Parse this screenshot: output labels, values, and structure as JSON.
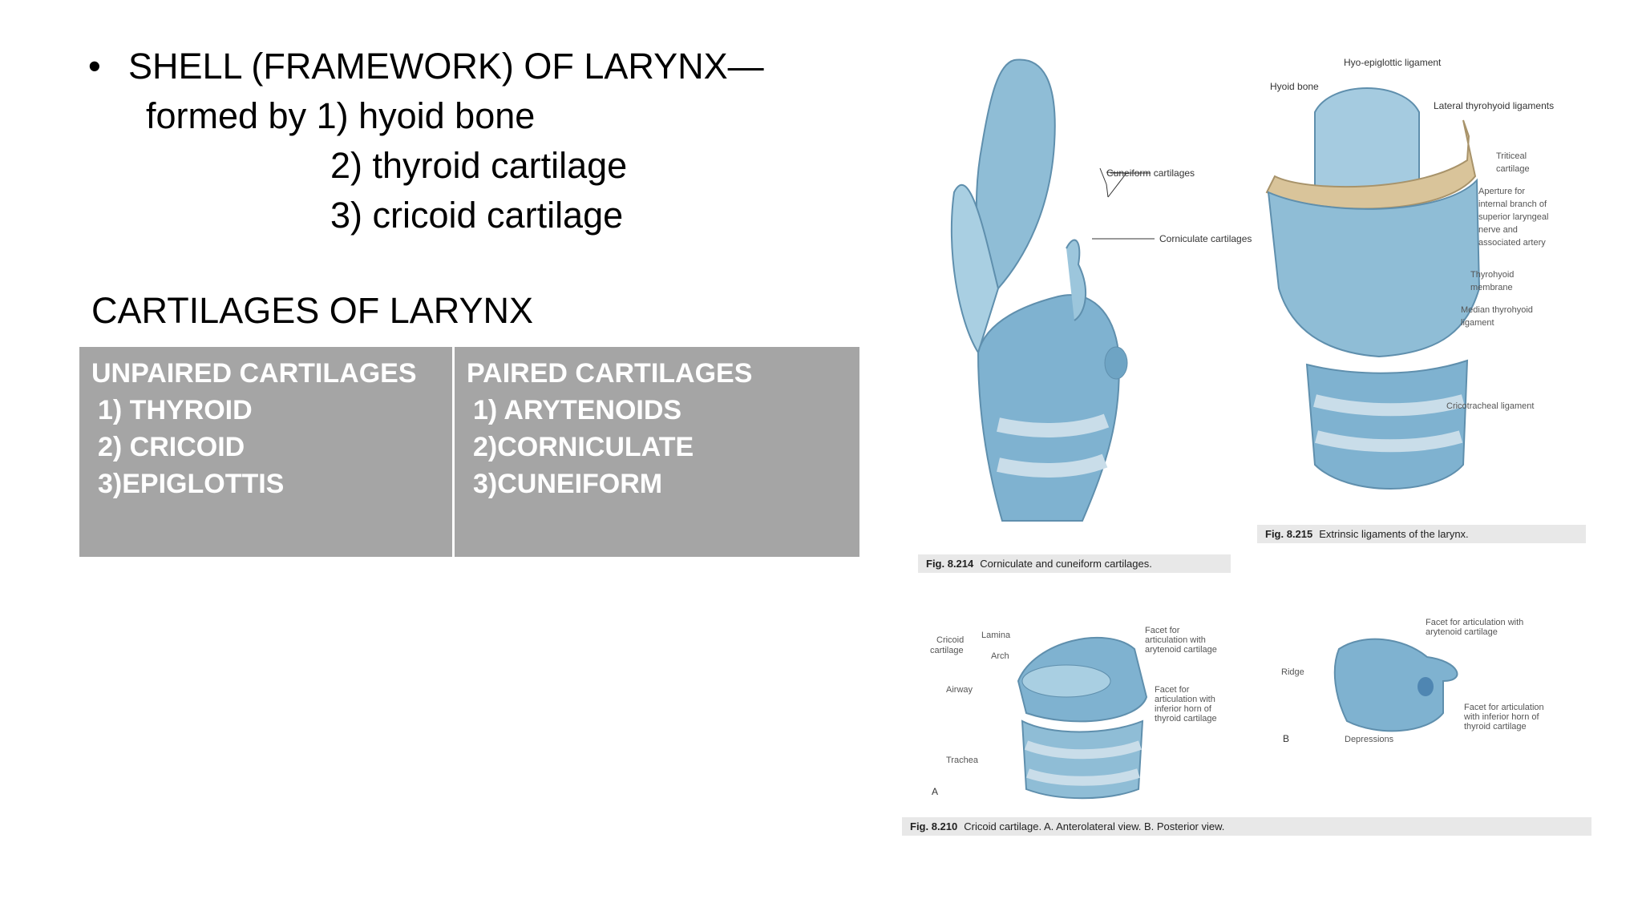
{
  "bullet": {
    "symbol": "•",
    "line1": "SHELL (FRAMEWORK) OF LARYNX—",
    "line2": "formed by 1) hyoid bone",
    "line3": "2) thyroid cartilage",
    "line4": "3) cricoid cartilage"
  },
  "heading": "CARTILAGES OF LARYNX",
  "table": {
    "col1": {
      "header": "UNPAIRED CARTILAGES",
      "items": [
        "1) THYROID",
        "2) CRICOID",
        "3)EPIGLOTTIS"
      ]
    },
    "col2": {
      "header": "PAIRED CARTILAGES",
      "items": [
        "1) ARYTENOIDS",
        "2)CORNICULATE",
        "3)CUNEIFORM"
      ]
    }
  },
  "fig214": {
    "number": "Fig. 8.214",
    "caption": "Corniculate and cuneiform cartilages.",
    "labels": [
      "Cuneiform cartilages",
      "Corniculate cartilages"
    ]
  },
  "fig215": {
    "number": "Fig. 8.215",
    "caption": "Extrinsic ligaments of the larynx.",
    "labels": [
      "Hyo-epiglottic ligament",
      "Hyoid bone",
      "Lateral thyrohyoid ligaments",
      "Triticeal",
      "cartilage",
      "Aperture for",
      "internal branch of",
      "superior laryngeal",
      "nerve and",
      "associated artery",
      "Thyrohyoid",
      "membrane",
      "Median thyrohyoid",
      "ligament",
      "Cricotracheal ligament"
    ]
  },
  "fig210": {
    "number": "Fig. 8.210",
    "caption": "Cricoid cartilage. A. Anterolateral view. B. Posterior view.",
    "labelsA": [
      "Cricoid",
      "cartilage",
      "Lamina",
      "Arch",
      "Airway",
      "Trachea",
      "A",
      "Facet for",
      "articulation with",
      "arytenoid cartilage",
      "Facet for",
      "articulation with",
      "inferior horn of",
      "thyroid cartilage"
    ],
    "labelsB": [
      "Facet for articulation with",
      "arytenoid cartilage",
      "Ridge",
      "Facet for articulation",
      "with inferior horn of",
      "thyroid cartilage",
      "B",
      "Depressions"
    ]
  },
  "colors": {
    "table_bg": "#a5a5a5",
    "cartilage": "#7fb2d0",
    "hyoid": "#d9c49a"
  }
}
